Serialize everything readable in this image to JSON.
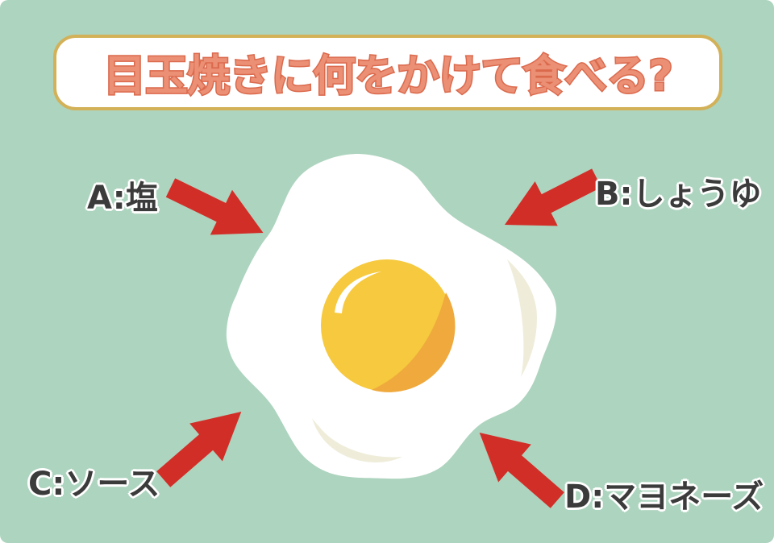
{
  "quiz": {
    "title": "目玉焼きに何をかけて食べる?",
    "options": [
      {
        "id": "A",
        "label": "A:塩"
      },
      {
        "id": "B",
        "label": "B:しょうゆ"
      },
      {
        "id": "C",
        "label": "C:ソース"
      },
      {
        "id": "D",
        "label": "D:マヨネーズ"
      }
    ]
  },
  "illustration": {
    "subject": "fried-egg-sunny-side-up",
    "arrow_icons": [
      "arrow-a-icon",
      "arrow-b-icon",
      "arrow-c-icon",
      "arrow-d-icon"
    ]
  },
  "colors": {
    "background": "#ADD4BE",
    "banner_fill": "#FFFFFF",
    "banner_border": "#D2B158",
    "title_fill": "#EB8F75",
    "title_stroke": "#DB6A4D",
    "arrow_red": "#D22E28",
    "label_text": "#3B3B3B",
    "egg_white": "#FFFFFF",
    "egg_shading": "#EFEDDA",
    "yolk": "#F6C93E",
    "yolk_shade": "#EFA93C"
  }
}
